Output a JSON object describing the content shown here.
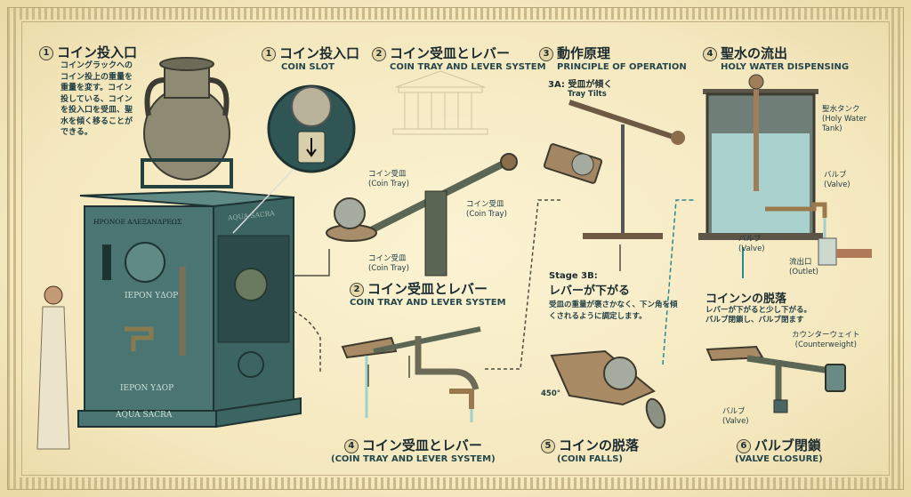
{
  "panel1": {
    "number": "1",
    "title": "コイン投入口",
    "description": "コイングラックへのコイン投上の重量を重量を変す。コイン投している、コインを投入口を受皿、聖水を傾く移ることができる。"
  },
  "machine": {
    "top_inscription": "HPONOE ΑΛΕΞΑΝΔΡΕΩΣ",
    "side_inscription": "AQUA SACRA",
    "plaque": "IEPON YΔOP",
    "base_plaque": "IEPON YΔOP",
    "base_text": "AQUA SACRA"
  },
  "section1": {
    "number": "1",
    "title": "コイン投入口",
    "subtitle": "COIN SLOT"
  },
  "section2": {
    "number": "2",
    "title": "コイン受皿とレバー",
    "subtitle": "COIN TRAY AND LEVER SYSTEM",
    "labels": [
      {
        "jp": "コイン受皿",
        "en": "(Coin Tray)"
      },
      {
        "jp": "コイン受皿",
        "en": "(Coin Tray)"
      },
      {
        "jp": "コイン受皿",
        "en": "(Coin Tray)"
      }
    ],
    "caption_number": "2",
    "caption_title": "コイン受皿とレバー",
    "caption_subtitle": "COIN TRAY AND LEVER SYSTEM"
  },
  "section3": {
    "number": "3",
    "title": "動作原理",
    "subtitle": "PRINCIPLE OF OPERATION",
    "stage_a_title": "3A: 受皿が傾く",
    "stage_a_subtitle": "Tray Tilts",
    "stage_b_label": "Stage 3B:",
    "stage_b_title": "レバーが下がる",
    "stage_b_text": "受皿の重量が褒さかなく、下ン角を傾くされるように調定します。",
    "angle": "450°"
  },
  "section4": {
    "number": "4",
    "title": "聖水の流出",
    "subtitle": "HOLY WATER DISPENSING",
    "tank_jp": "聖水タンク",
    "tank_en": "(Holy Water Tank)",
    "valve1_jp": "バルブ",
    "valve1_en": "(Valve)",
    "valve2_jp": "バルブ",
    "valve2_en": "(Valve)",
    "outlet_jp": "流出口",
    "outlet_en": "(Outlet)"
  },
  "section4b": {
    "number": "4",
    "title": "コイン受皿とレバー",
    "subtitle": "(COIN TRAY AND LEVER SYSTEM)"
  },
  "section5": {
    "number": "5",
    "title": "コインの脱落",
    "subtitle": "(COIN FALLS)"
  },
  "section6": {
    "heading": "コインンの脱落",
    "text1": "レバーが下がると少し下がる。",
    "text2": "バルブ閉鎖し、バルブ閉ます",
    "counterweight_jp": "カウンターウェイト",
    "counterweight_en": "(Counterweight)",
    "valve_jp": "バルブ",
    "valve_en": "(Valve)",
    "number": "6",
    "title": "バルブ閉鎖",
    "subtitle": "(VALVE CLOSURE)"
  },
  "colors": {
    "bronze": "#3f6a68",
    "water": "#a9d2cf",
    "parchment": "#f6ecc6",
    "arrow": "#2a8a90"
  }
}
